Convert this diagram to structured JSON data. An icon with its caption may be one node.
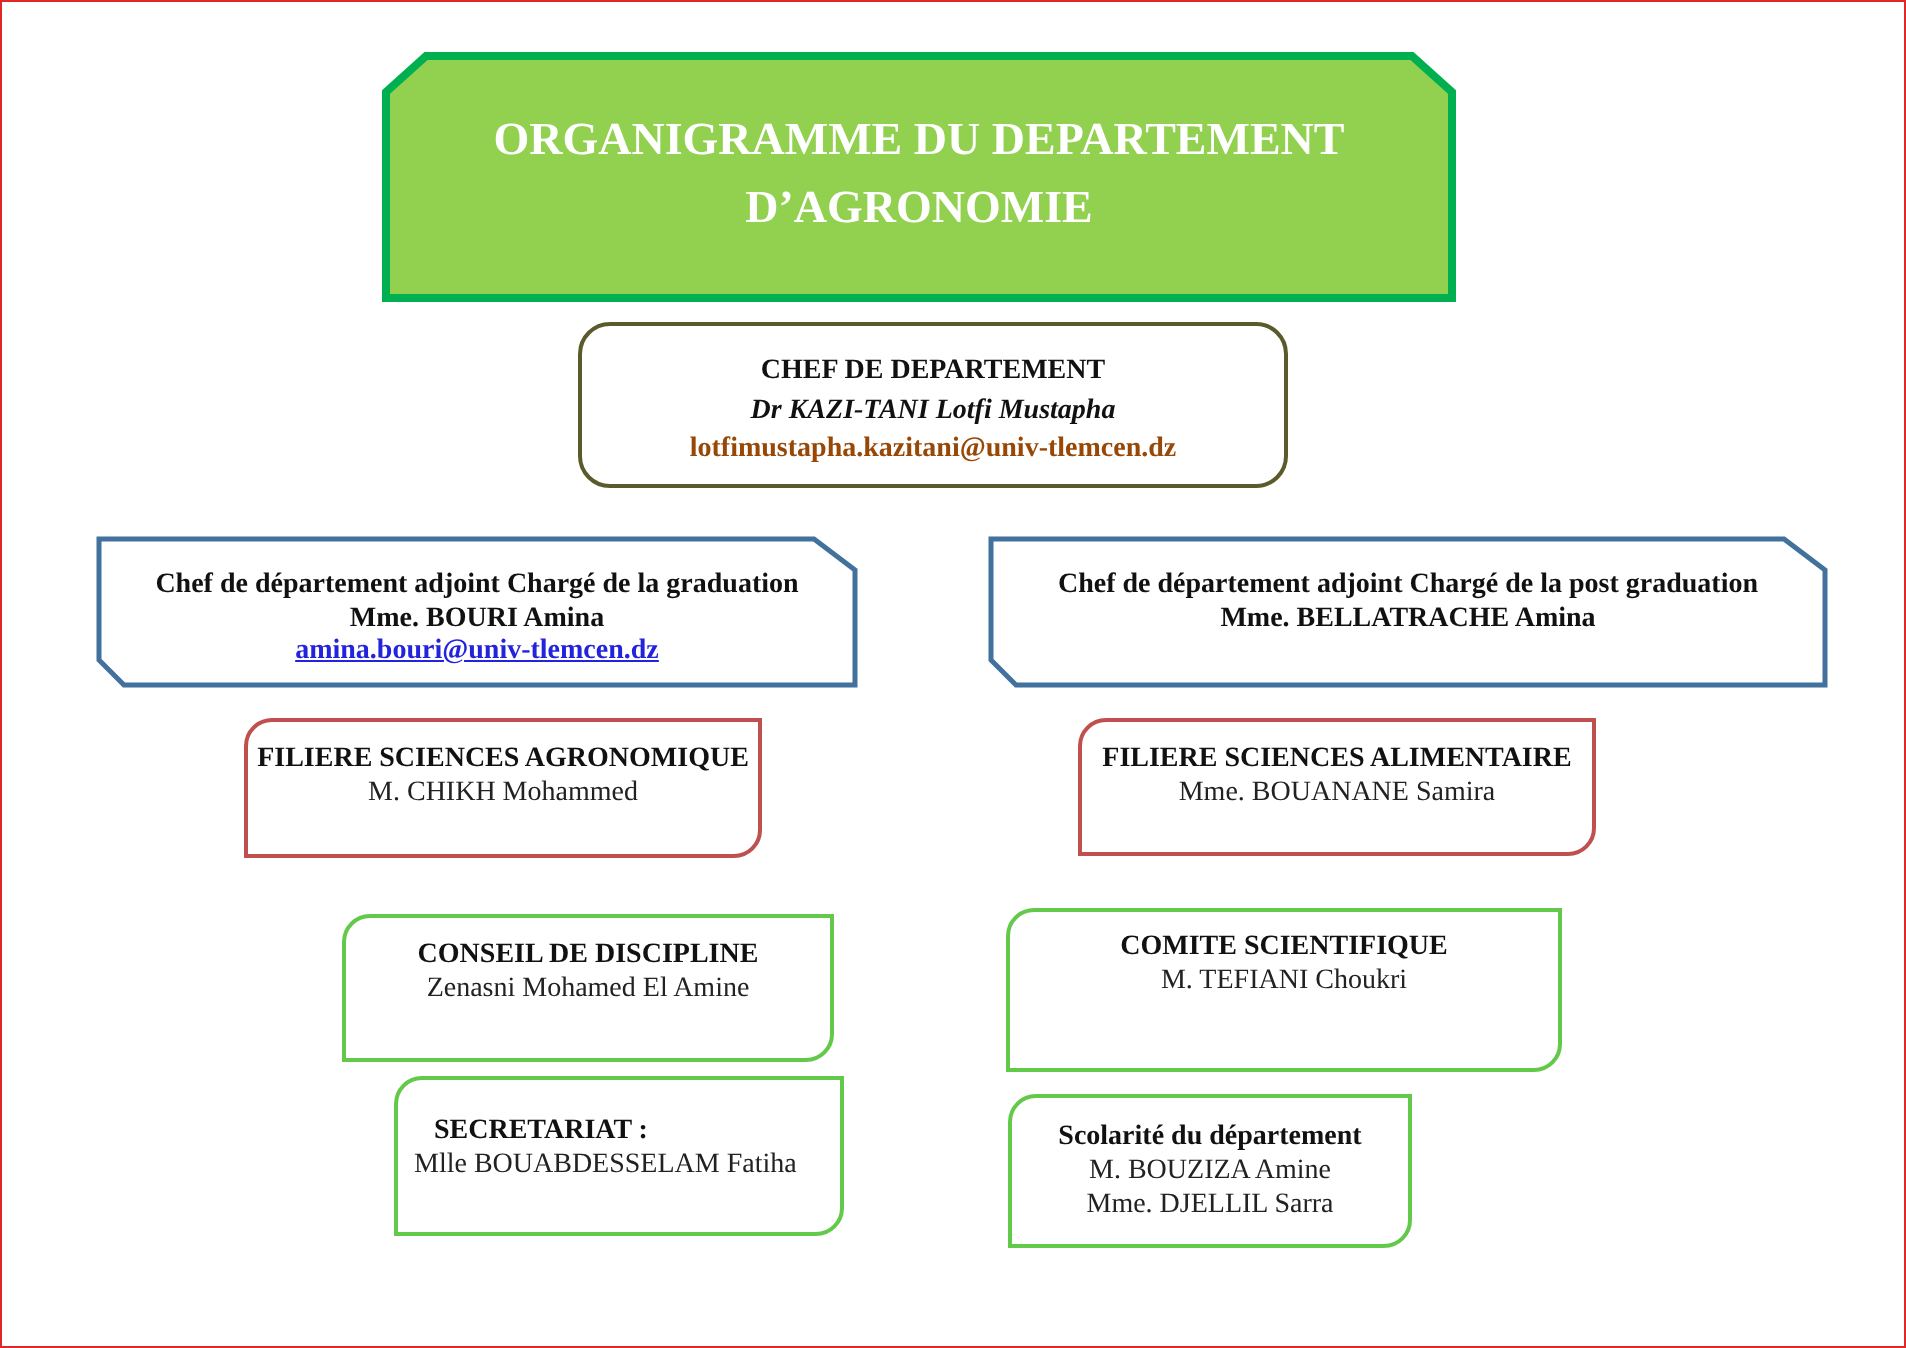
{
  "diagram": {
    "title": "ORGANIGRAMME DU DEPARTEMENT D’AGRONOMIE",
    "nodes": [
      {
        "text": [
          "CHEF DE DEPARTEMENT",
          "Dr KAZI-TANI Lotfi Mustapha",
          "lotfimustapha.kazitani@univ-tlemcen.dz"
        ]
      },
      {
        "text": [
          "Chef de département adjoint Chargé de la graduation",
          "Mme. BOURI Amina",
          "amina.bouri@univ-tlemcen.dz"
        ]
      },
      {
        "text": [
          "Chef de département adjoint Chargé de la post graduation",
          "Mme. BELLATRACHE Amina"
        ]
      },
      {
        "text": [
          "FILIERE SCIENCES AGRONOMIQUE",
          "M. CHIKH Mohammed"
        ]
      },
      {
        "text": [
          "FILIERE SCIENCES ALIMENTAIRE",
          "Mme. BOUANANE Samira"
        ]
      },
      {
        "text": [
          "CONSEIL DE DISCIPLINE",
          "Zenasni Mohamed El Amine"
        ]
      },
      {
        "text": [
          "COMITE SCIENTIFIQUE",
          "M. TEFIANI Choukri"
        ]
      },
      {
        "text": [
          "SECRETARIAT :",
          "Mlle BOUABDESSELAM Fatiha"
        ]
      },
      {
        "text": [
          "Scolarité du département",
          "M. BOUZIZA Amine",
          "Mme. DJELLIL Sarra"
        ]
      }
    ]
  }
}
